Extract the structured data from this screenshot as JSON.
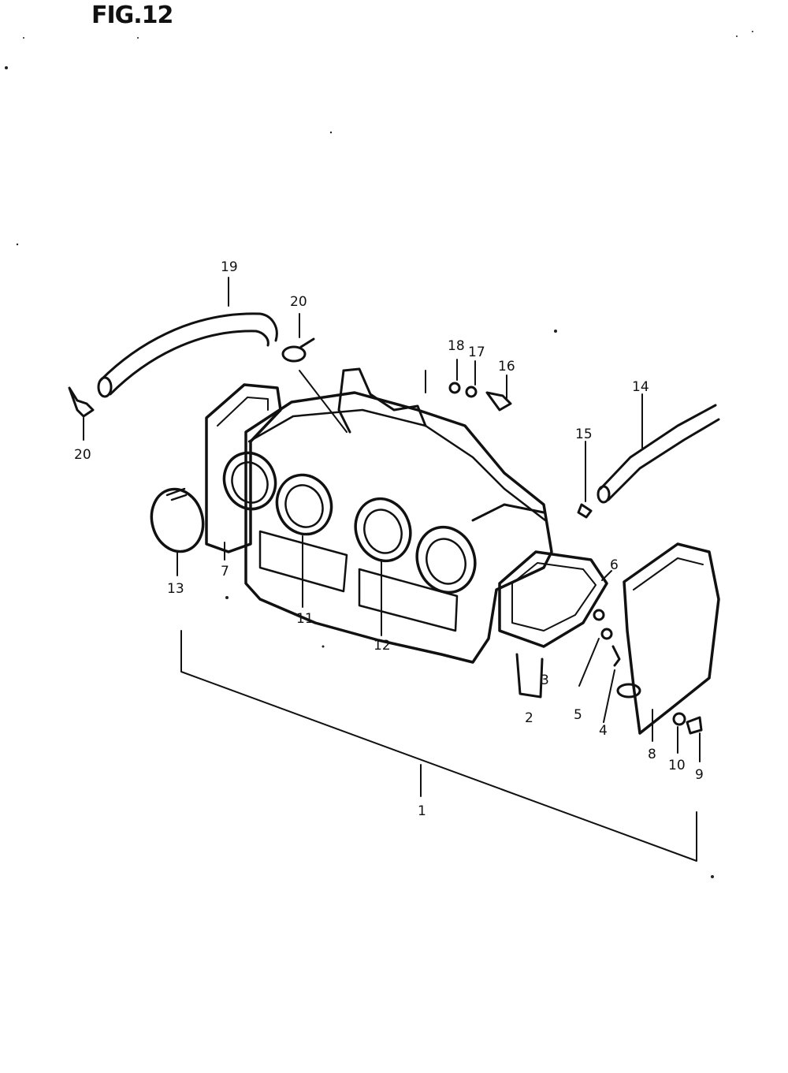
{
  "figure": {
    "title": "FIG.12"
  },
  "callouts": [
    {
      "id": "c1",
      "label": "1"
    },
    {
      "id": "c2",
      "label": "2"
    },
    {
      "id": "c3",
      "label": "3"
    },
    {
      "id": "c4",
      "label": "4"
    },
    {
      "id": "c5",
      "label": "5"
    },
    {
      "id": "c6",
      "label": "6"
    },
    {
      "id": "c7",
      "label": "7"
    },
    {
      "id": "c8",
      "label": "8"
    },
    {
      "id": "c9",
      "label": "9"
    },
    {
      "id": "c10",
      "label": "10"
    },
    {
      "id": "c11",
      "label": "11"
    },
    {
      "id": "c12",
      "label": "12"
    },
    {
      "id": "c13",
      "label": "13"
    },
    {
      "id": "c14",
      "label": "14"
    },
    {
      "id": "c15",
      "label": "15"
    },
    {
      "id": "c16",
      "label": "16"
    },
    {
      "id": "c17",
      "label": "17"
    },
    {
      "id": "c18",
      "label": "18"
    },
    {
      "id": "c19",
      "label": "19"
    },
    {
      "id": "c20a",
      "label": "20"
    },
    {
      "id": "c20b",
      "label": "20"
    }
  ]
}
